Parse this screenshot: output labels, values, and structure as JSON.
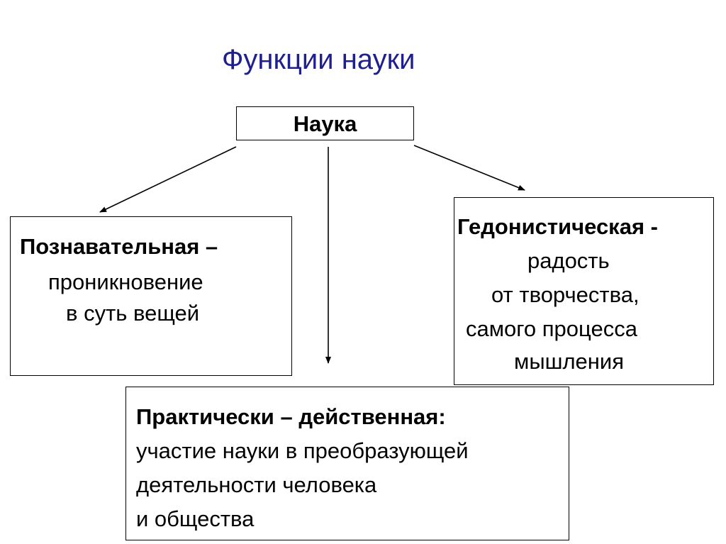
{
  "title": "Функции науки",
  "root": {
    "label": "Наука"
  },
  "left_box": {
    "heading": "Познавательная –",
    "lines": [
      "проникновение",
      "в суть вещей"
    ]
  },
  "right_box": {
    "heading": "Гедонистическая -",
    "lines": [
      "радость",
      "от творчества,",
      "самого процесса",
      "мышления"
    ]
  },
  "bottom_box": {
    "heading": "Практически – действенная:",
    "lines": [
      "участие науки в преобразующей",
      "деятельности человека",
      "и общества"
    ]
  },
  "colors": {
    "title": "#1f1f8f",
    "text": "#000000",
    "border": "#000000",
    "background": "#ffffff"
  }
}
